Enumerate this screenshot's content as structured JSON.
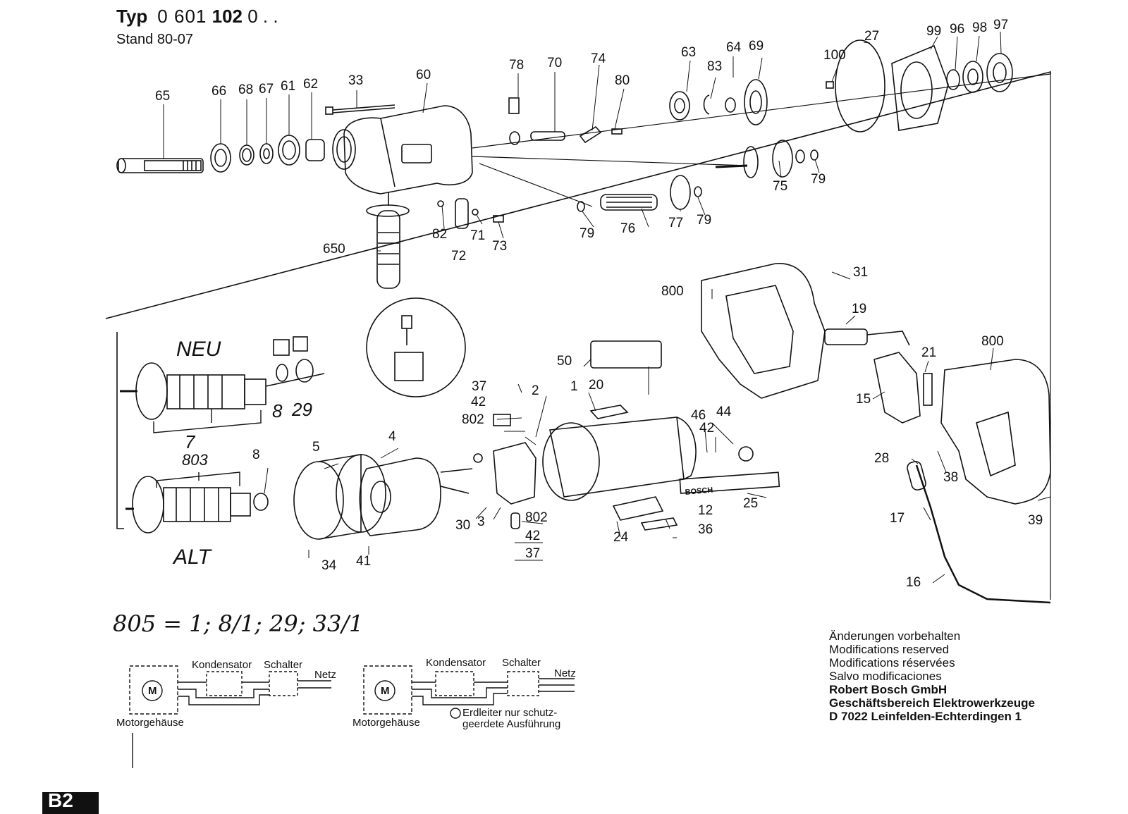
{
  "header": {
    "typ_label": "Typ",
    "type_number_plain": "0 601",
    "type_number_bold": "102",
    "type_suffix": "0 . .",
    "stand": "Stand 80-07"
  },
  "part_labels": {
    "p65": "65",
    "p66": "66",
    "p68": "68",
    "p67": "67",
    "p61": "61",
    "p62": "62",
    "p33": "33",
    "p60": "60",
    "p78": "78",
    "p70": "70",
    "p74": "74",
    "p80": "80",
    "p63": "63",
    "p83": "83",
    "p64": "64",
    "p69": "69",
    "p100": "100",
    "p27": "27",
    "p99": "99",
    "p96": "96",
    "p98": "98",
    "p97": "97",
    "p75": "75",
    "p79a": "79",
    "p79b": "79",
    "p79c": "79",
    "p76": "76",
    "p77": "77",
    "p82": "82",
    "p71": "71",
    "p73": "73",
    "p72": "72",
    "p650": "650",
    "p31": "31",
    "p800a": "800",
    "p19": "19",
    "p21": "21",
    "p800b": "800",
    "p15": "15",
    "p28": "28",
    "p38": "38",
    "p17": "17",
    "p39": "39",
    "p16": "16",
    "p50": "50",
    "p1": "1",
    "p20": "20",
    "p2": "2",
    "p37a": "37",
    "p42a": "42",
    "p802a": "802",
    "p46": "46",
    "p44": "44",
    "p42b": "42",
    "p25": "25",
    "p12": "12",
    "p36": "36",
    "p24": "24",
    "p30": "30",
    "p3": "3",
    "p802b": "802",
    "p42c": "42",
    "p37b": "37",
    "p5": "5",
    "p4": "4",
    "p8a": "8",
    "p29": "29",
    "p8b": "8",
    "p7": "7",
    "p803": "803",
    "p34": "34",
    "p41": "41"
  },
  "handwritten": {
    "neu": "NEU",
    "alt": "ALT",
    "formula": "805 = 1; 8/1; 29; 33/1"
  },
  "decal_text": "BOSCH",
  "schematic_left": {
    "motor": "M",
    "kondensator": "Kondensator",
    "schalter": "Schalter",
    "netz": "Netz",
    "motorgehaeuse": "Motorgehäuse"
  },
  "schematic_right": {
    "motor": "M",
    "kondensator": "Kondensator",
    "schalter": "Schalter",
    "netz": "Netz",
    "motorgehaeuse": "Motorgehäuse",
    "earth_note_1": "Erdleiter nur schutz-",
    "earth_note_2": "geerdete Ausführung"
  },
  "notes": [
    "Änderungen vorbehalten",
    "Modifications reserved",
    "Modifications réservées",
    "Salvo modificaciones"
  ],
  "company": [
    "Robert Bosch GmbH",
    "Geschäftsbereich Elektrowerkzeuge",
    "D 7022 Leinfelden-Echterdingen 1"
  ],
  "page_badge": "B2"
}
